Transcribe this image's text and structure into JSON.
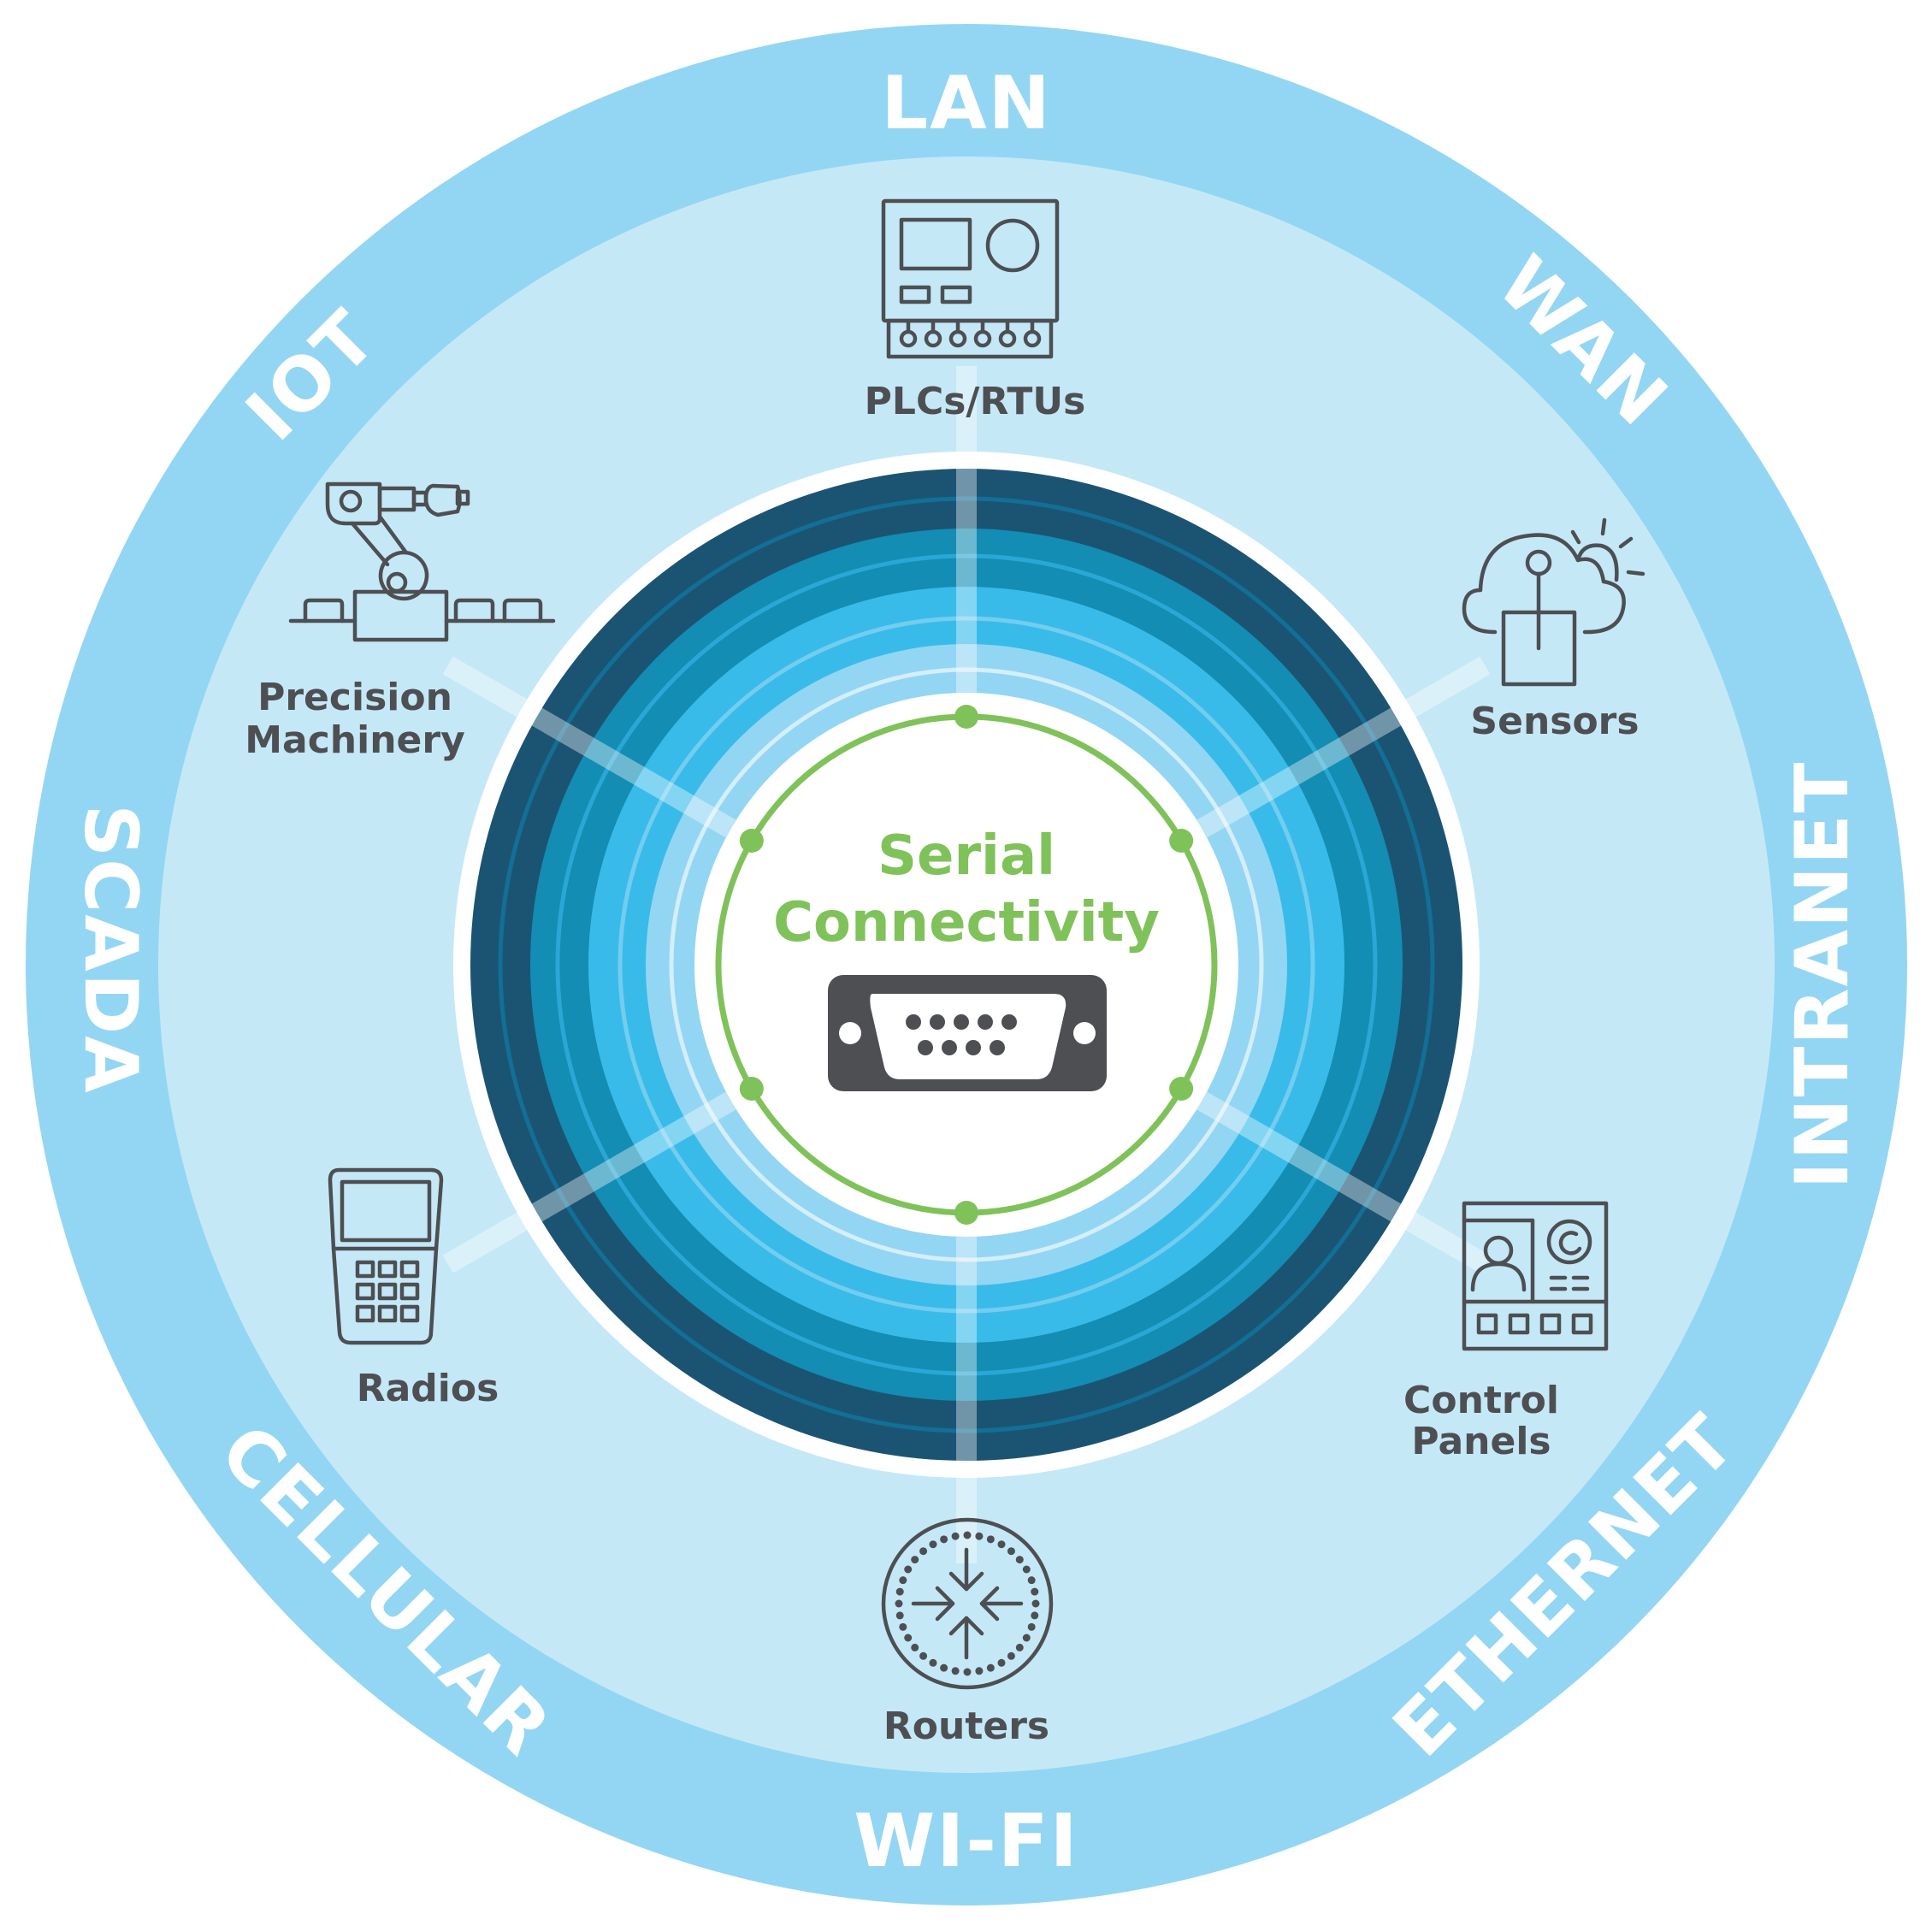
{
  "diagram": {
    "title": "Serial Connectivity",
    "title_lines": [
      "Serial",
      "Connectivity"
    ],
    "center_icon": "db9-serial-connector-icon",
    "colors": {
      "outer_ring": "#93d6f3",
      "inner_field": "#c5e8f7",
      "band_dark": "#1b5473",
      "band_mid": "#138db3",
      "band_bright": "#39bbea",
      "band_light": "#93d6f3",
      "center_green": "#80c25a",
      "icon_gray": "#4d4f53"
    },
    "network_types": [
      "LAN",
      "WAN",
      "INTRANET",
      "ETHERNET",
      "WI-FI",
      "CELLULAR",
      "SCADA",
      "IOT"
    ],
    "devices": [
      {
        "label_lines": [
          "PLCs/RTUs"
        ],
        "icon": "plc-rtu-icon"
      },
      {
        "label_lines": [
          "Sensors"
        ],
        "icon": "sensor-cloud-icon"
      },
      {
        "label_lines": [
          "Control",
          "Panels"
        ],
        "icon": "control-panel-icon"
      },
      {
        "label_lines": [
          "Routers"
        ],
        "icon": "router-icon"
      },
      {
        "label_lines": [
          "Radios"
        ],
        "icon": "handheld-radio-icon"
      },
      {
        "label_lines": [
          "Precision",
          "Machinery"
        ],
        "icon": "robotic-arm-icon"
      }
    ]
  }
}
